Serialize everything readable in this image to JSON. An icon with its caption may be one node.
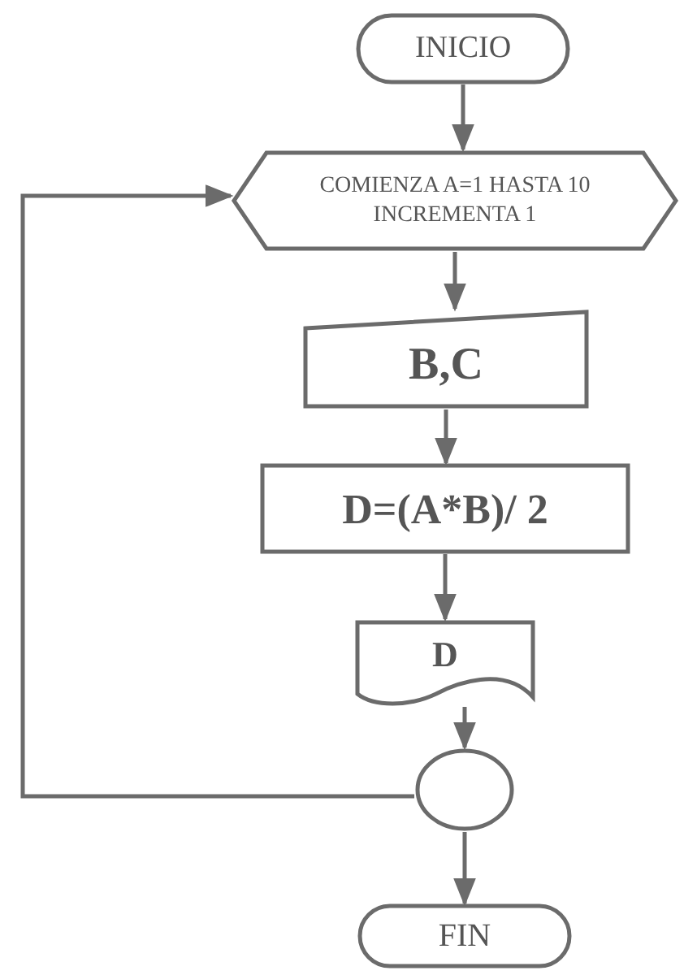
{
  "diagram": {
    "nodes": [
      {
        "text": [
          "INICIO"
        ]
      },
      {
        "text": [
          "COMIENZA A=1 HASTA 10 INCREMENTA 1"
        ]
      },
      {
        "text": [
          "B,C"
        ]
      },
      {
        "text": [
          "D=(A*B)/ 2"
        ]
      },
      {
        "text": [
          "D"
        ]
      },
      {
        "text": [],
        "shape": "circle"
      },
      {
        "text": [
          "FIN"
        ]
      }
    ],
    "edges": [
      {
        "from": 0,
        "to": 1,
        "arrow": "to"
      },
      {
        "from": 1,
        "to": 2,
        "arrow": "to"
      },
      {
        "from": 2,
        "to": 3,
        "arrow": "to"
      },
      {
        "from": 3,
        "to": 4,
        "arrow": "to"
      },
      {
        "from": 4,
        "to": 5,
        "arrow": "to"
      },
      {
        "from": 5,
        "to": 1,
        "arrow": "to"
      },
      {
        "from": 5,
        "to": 6,
        "arrow": "to"
      }
    ]
  }
}
